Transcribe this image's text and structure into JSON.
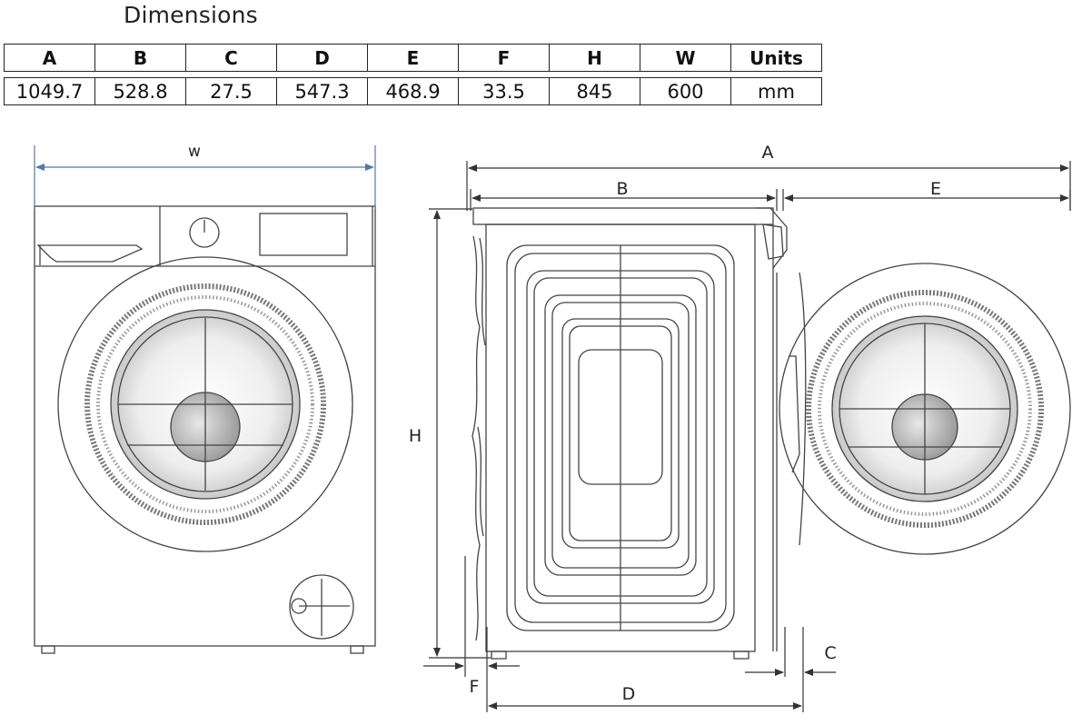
{
  "title": "Dimensions",
  "table": {
    "columns": [
      "A",
      "B",
      "C",
      "D",
      "E",
      "F",
      "H",
      "W",
      "Units"
    ],
    "values": [
      "1049.7",
      "528.8",
      "27.5",
      "547.3",
      "468.9",
      "33.5",
      "845",
      "600",
      "mm"
    ]
  },
  "labels": {
    "w": "w",
    "a": "A",
    "b": "B",
    "e": "E",
    "h": "H",
    "c": "C",
    "f": "F",
    "d": "D"
  }
}
